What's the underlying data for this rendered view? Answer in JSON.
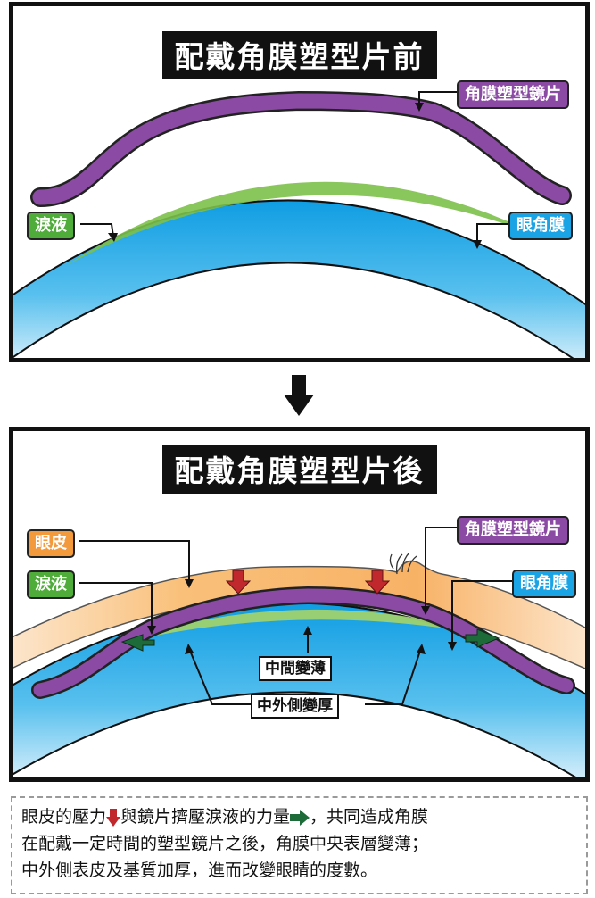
{
  "before": {
    "title": "配戴角膜塑型片前",
    "labels": {
      "lens": "角膜塑型鏡片",
      "tears": "淚液",
      "cornea": "眼角膜"
    }
  },
  "after": {
    "title": "配戴角膜塑型片後",
    "labels": {
      "eyelid": "眼皮",
      "tears": "淚液",
      "lens": "角膜塑型鏡片",
      "cornea": "眼角膜"
    },
    "notes": {
      "center_thinner": "中間變薄",
      "periphery_thicker": "中外側變厚"
    }
  },
  "caption": {
    "line1_part1": "眼皮的壓力",
    "line1_part2": "與鏡片擠壓淚液的力量",
    "line1_part3": "，共同造成角膜",
    "line2": "在配戴一定時間的塑型鏡片之後，角膜中央表層變薄；",
    "line3": "中外側表皮及基質加厚，進而改變眼睛的度數。"
  },
  "colors": {
    "lens_purple": "#8b4aa3",
    "cornea_blue": "#1aa4e6",
    "tears_green": "#7cc04a",
    "eyelid_orange": "#f8b266",
    "pressure_red": "#c0282d",
    "force_green": "#1e6b3a"
  }
}
